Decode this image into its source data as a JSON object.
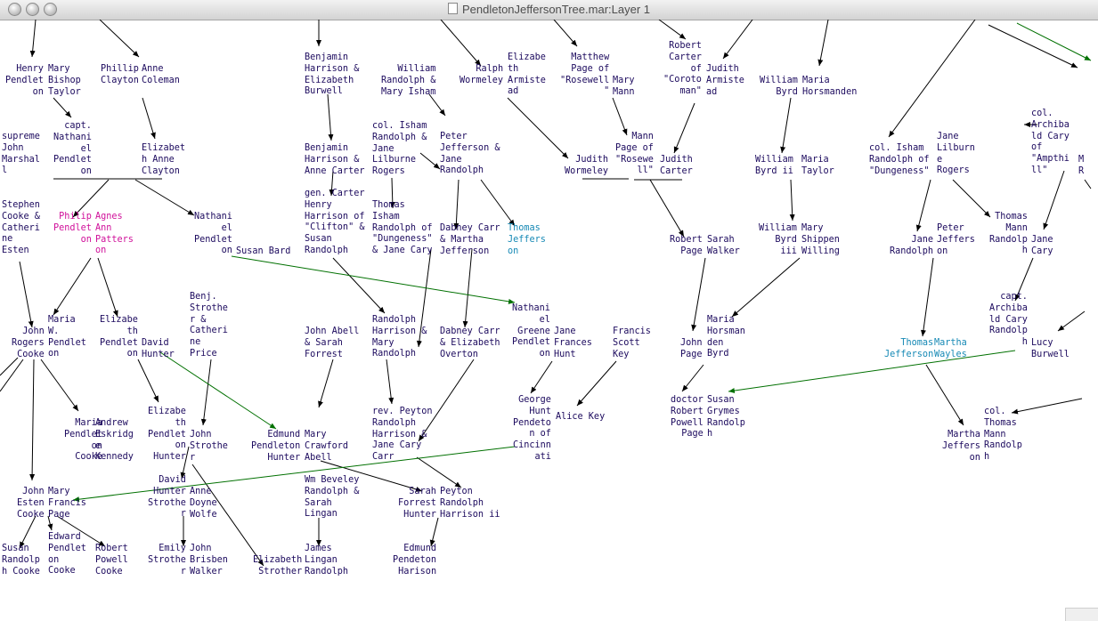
{
  "window": {
    "title": "PendletonJeffersonTree.mar:Layer 1",
    "controls": [
      "close-button",
      "minimize-button",
      "zoom-button"
    ]
  },
  "colors": {
    "node_text": "#1c0a5e",
    "highlight_pink": "#d0109a",
    "highlight_cyan": "#1689b5",
    "edge": "#000000",
    "edge_marriage": "#007000"
  },
  "nodes": [
    {
      "id": "henry_pendleton",
      "text": "Henry\nPendlet\non"
    },
    {
      "id": "mary_bishop_taylor",
      "text": "Mary\nBishop\nTaylor"
    },
    {
      "id": "phillip_clayton",
      "text": "Phillip\nClayton"
    },
    {
      "id": "anne_coleman",
      "text": "Anne\nColeman"
    },
    {
      "id": "benjamin_harrison_burwell",
      "text": "Benjamin\nHarrison &\nElizabeth\nBurwell"
    },
    {
      "id": "william_randolph_isham",
      "text": "William\nRandolph &\nMary Isham"
    },
    {
      "id": "ralph_wormeley",
      "text": "Ralph\nWormeley"
    },
    {
      "id": "elizabeth_armistead_1",
      "text": "Elizabe\nth\nArmiste\nad"
    },
    {
      "id": "matthew_page",
      "text": "Matthew\nPage of\n\"Rosewell\n\""
    },
    {
      "id": "mary_mann",
      "text": "Mary\nMann"
    },
    {
      "id": "robert_carter_corotoman",
      "text": "Robert\nCarter\nof\n\"Coroto\nman\""
    },
    {
      "id": "judith_armistead",
      "text": "Judith\nArmiste\nad"
    },
    {
      "id": "william_byrd",
      "text": "William\nByrd"
    },
    {
      "id": "maria_horsmanden",
      "text": "Maria\nHorsmanden"
    },
    {
      "id": "supreme_john_marshall",
      "text": "supreme\nJohn\nMarshal\nl"
    },
    {
      "id": "capt_nathaniel_pendleton",
      "text": "capt.\nNathani\nel\nPendlet\non"
    },
    {
      "id": "elizabeth_anne_clayton",
      "text": "Elizabet\nh Anne\nClayton"
    },
    {
      "id": "benjamin_harrison_carter",
      "text": "Benjamin\nHarrison &\nAnne Carter"
    },
    {
      "id": "col_isham_randolph_rogers",
      "text": "col. Isham\nRandolph &\nJane\nLilburne\nRogers"
    },
    {
      "id": "peter_jefferson_jane",
      "text": "Peter\nJefferson &\nJane\nRandolph"
    },
    {
      "id": "judith_wormeley",
      "text": "Judith\nWormeley"
    },
    {
      "id": "mann_page_rosewell",
      "text": "Mann\nPage of\n\"Rosewe\nll\""
    },
    {
      "id": "judith_carter",
      "text": "Judith\nCarter"
    },
    {
      "id": "william_byrd_ii",
      "text": "William\nByrd ii"
    },
    {
      "id": "maria_taylor",
      "text": "Maria\nTaylor"
    },
    {
      "id": "col_isham_dungeness",
      "text": "col. Isham\nRandolph of\n\"Dungeness\""
    },
    {
      "id": "jane_lilburne_rogers",
      "text": "Jane\nLilburn\ne\nRogers"
    },
    {
      "id": "col_archibald_cary",
      "text": "col.\nArchiba\nld Cary\nof\n\"Ampthi\nll\""
    },
    {
      "id": "m_edge",
      "text": "M\nR"
    },
    {
      "id": "stephen_cooke",
      "text": "Stephen\nCooke &\nCatheri\nne\nEsten"
    },
    {
      "id": "philip_pendleton",
      "text": "Philip\nPendlet\non"
    },
    {
      "id": "agnes_ann_patterson",
      "text": "Agnes\nAnn\nPatters\non"
    },
    {
      "id": "gen_carter_harrison",
      "text": "gen. Carter\nHenry\nHarrison of\n\"Clifton\" &\nSusan\nRandolph"
    },
    {
      "id": "thomas_isham_randolph",
      "text": "Thomas\nIsham\nRandolph of\n\"Dungeness\"\n& Jane Cary"
    },
    {
      "id": "dabney_carr_martha",
      "text": "Dabney Carr\n& Martha\nJefferson"
    },
    {
      "id": "thomas_jefferson",
      "text": "Thomas\nJeffers\non"
    },
    {
      "id": "robert_page",
      "text": "Robert\nPage"
    },
    {
      "id": "sarah_walker",
      "text": "Sarah\nWalker"
    },
    {
      "id": "william_byrd_iii",
      "text": "William\nByrd\niii"
    },
    {
      "id": "mary_shippen_willing",
      "text": "Mary\nShippen\nWilling"
    },
    {
      "id": "jane_randolph",
      "text": "Jane\nRandolph"
    },
    {
      "id": "peter_jefferson",
      "text": "Peter\nJeffers\non"
    },
    {
      "id": "thomas_mann_randolph",
      "text": "Thomas\nMann\nRandolp\nh"
    },
    {
      "id": "jane_cary",
      "text": "Jane\nCary"
    },
    {
      "id": "nathaniel_pendleton",
      "text": "Nathani\nel\nPendlet\non"
    },
    {
      "id": "susan_bard",
      "text": "Susan Bard"
    },
    {
      "id": "benj_strother_catherine_price",
      "text": "Benj.\nStrothe\nr &\nCatheri\nne\nPrice"
    },
    {
      "id": "john_rogers_cooke",
      "text": "John\nRogers\nCooke"
    },
    {
      "id": "maria_w_pendleton",
      "text": "Maria\nW.\nPendlet\non"
    },
    {
      "id": "elizabeth_pendleton",
      "text": "Elizabe\nth\nPendlet\non"
    },
    {
      "id": "david_hunter",
      "text": "David\nHunter"
    },
    {
      "id": "john_abell_sarah_forrest",
      "text": "John Abell\n& Sarah\nForrest"
    },
    {
      "id": "randolph_harrison_mary",
      "text": "Randolph\nHarrison &\nMary\nRandolph"
    },
    {
      "id": "dabney_carr_overton",
      "text": "Dabney Carr\n& Elizabeth\nOverton"
    },
    {
      "id": "nathaniel_greene_pendleton",
      "text": "Nathani\nel\nGreene\nPendlet\non"
    },
    {
      "id": "jane_frances_hunt",
      "text": "Jane\nFrances\nHunt"
    },
    {
      "id": "francis_scott_key",
      "text": "Francis\nScott\nKey"
    },
    {
      "id": "maria_horsmanden_byrd",
      "text": "Maria\nHorsman\nden\nByrd"
    },
    {
      "id": "john_page",
      "text": "John\nPage"
    },
    {
      "id": "capt_archibald_cary_randolph",
      "text": "capt.\nArchiba\nld Cary\nRandolp\nh"
    },
    {
      "id": "lucy_burwell",
      "text": "Lucy\nBurwell"
    },
    {
      "id": "thomas_jefferson_2",
      "text": "Thomas\nJefferson"
    },
    {
      "id": "martha_wayles",
      "text": "Martha\nWayles"
    },
    {
      "id": "maria_pendleton_cooke",
      "text": "Maria\nPendlet\non\nCooke"
    },
    {
      "id": "andrew_eskridge_kennedy",
      "text": "Andrew\nEskridg\ne\nKennedy"
    },
    {
      "id": "elizabeth_pendleton_hunter",
      "text": "Elizabe\nth\nPendlet\non\nHunter"
    },
    {
      "id": "john_strother",
      "text": "John\nStrothe\nr"
    },
    {
      "id": "edmund_pendleton_hunter",
      "text": "Edmund\nPendleton\nHunter"
    },
    {
      "id": "mary_crawford_abell",
      "text": "Mary\nCrawford\nAbell"
    },
    {
      "id": "rev_peyton_randolph_harrison",
      "text": "rev. Peyton\nRandolph\nHarrison &\nJane Cary\nCarr"
    },
    {
      "id": "george_hunt_pendleton",
      "text": "George\nHunt\nPendeto\nn of\nCincinn\nati"
    },
    {
      "id": "alice_key",
      "text": "Alice Key"
    },
    {
      "id": "doctor_robert_powell_page",
      "text": "doctor\nRobert\nPowell\nPage"
    },
    {
      "id": "susan_grymes_randolph",
      "text": "Susan\nGrymes\nRandolp\nh"
    },
    {
      "id": "martha_jefferson",
      "text": "Martha\nJeffers\non"
    },
    {
      "id": "col_thomas_mann_randolph",
      "text": "col.\nThomas\nMann\nRandolp\nh"
    },
    {
      "id": "john_esten_cooke",
      "text": "John\nEsten\nCooke"
    },
    {
      "id": "mary_francis_page",
      "text": "Mary\nFrancis\nPage"
    },
    {
      "id": "david_hunter_strother",
      "text": "David\nHunter\nStrothe\nr"
    },
    {
      "id": "anne_doyne_wolfe",
      "text": "Anne\nDoyne\nWolfe"
    },
    {
      "id": "wm_beveley_randolph",
      "text": "Wm Beveley\nRandolph &\nSarah\nLingan"
    },
    {
      "id": "sarah_forrest_hunter",
      "text": "Sarah\nForrest\nHunter"
    },
    {
      "id": "peyton_randolph_harrison_ii",
      "text": "Peyton\nRandolph\nHarrison ii"
    },
    {
      "id": "susan_randolph_cooke",
      "text": "Susan\nRandolp\nh Cooke"
    },
    {
      "id": "edward_pendleton_cooke",
      "text": "Edward\nPendlet\non\nCooke"
    },
    {
      "id": "robert_powell_cooke",
      "text": "Robert\nPowell\nCooke"
    },
    {
      "id": "emily_strother",
      "text": "Emily\nStrothe\nr"
    },
    {
      "id": "john_brisben_walker",
      "text": "John\nBrisben\nWalker"
    },
    {
      "id": "elizabeth_strother",
      "text": "Elizabeth\nStrother"
    },
    {
      "id": "james_lingan_randolph",
      "text": "James\nLingan\nRandolph"
    },
    {
      "id": "edmund_pendeton_harison",
      "text": "Edmund\nPendeton\nHarison"
    }
  ]
}
